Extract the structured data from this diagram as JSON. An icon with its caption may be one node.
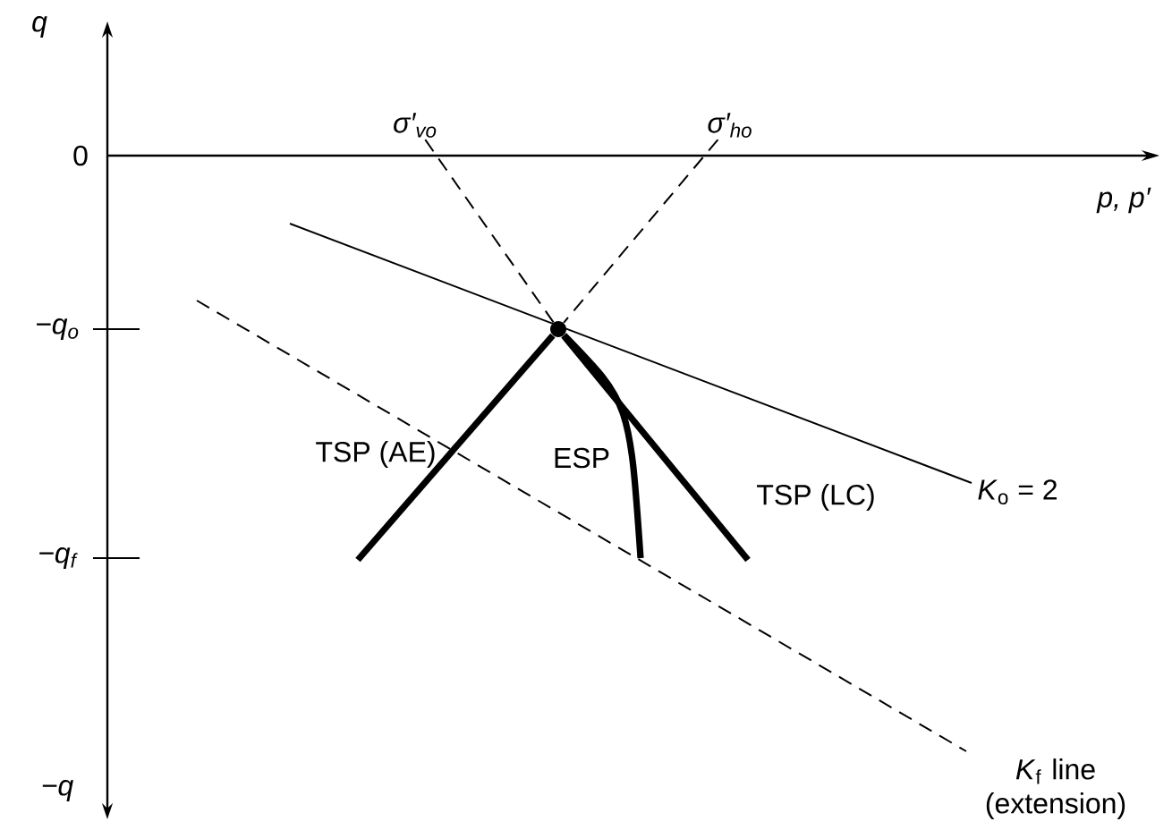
{
  "diagram": {
    "nodes": [
      {
        "text": [
          "σ′$_{vo}$"
        ]
      },
      {
        "text": [
          "σ′$_{ho}$"
        ]
      },
      {
        "text": [],
        "shape": "circle"
      }
    ],
    "edges": [
      {
        "from": 0,
        "to": 2,
        "arrow": "none",
        "style": "dashed"
      },
      {
        "from": 1,
        "to": 2,
        "arrow": "none",
        "style": "dashed"
      },
      {
        "from": 2,
        "to": null,
        "arrow": "none"
      },
      {
        "from": 2,
        "to": null,
        "arrow": "none"
      },
      {
        "from": 2,
        "to": null,
        "arrow": "none"
      }
    ],
    "labels": [
      "q",
      "0",
      "p, p′",
      "−q$_{o}$",
      "TSP (AE)",
      "ESP",
      "TSP (LC)",
      "*K*$_{o}$ = 2",
      "−q$_{f}$",
      "*K*$_{f}$ line (extension)",
      "−q"
    ]
  }
}
